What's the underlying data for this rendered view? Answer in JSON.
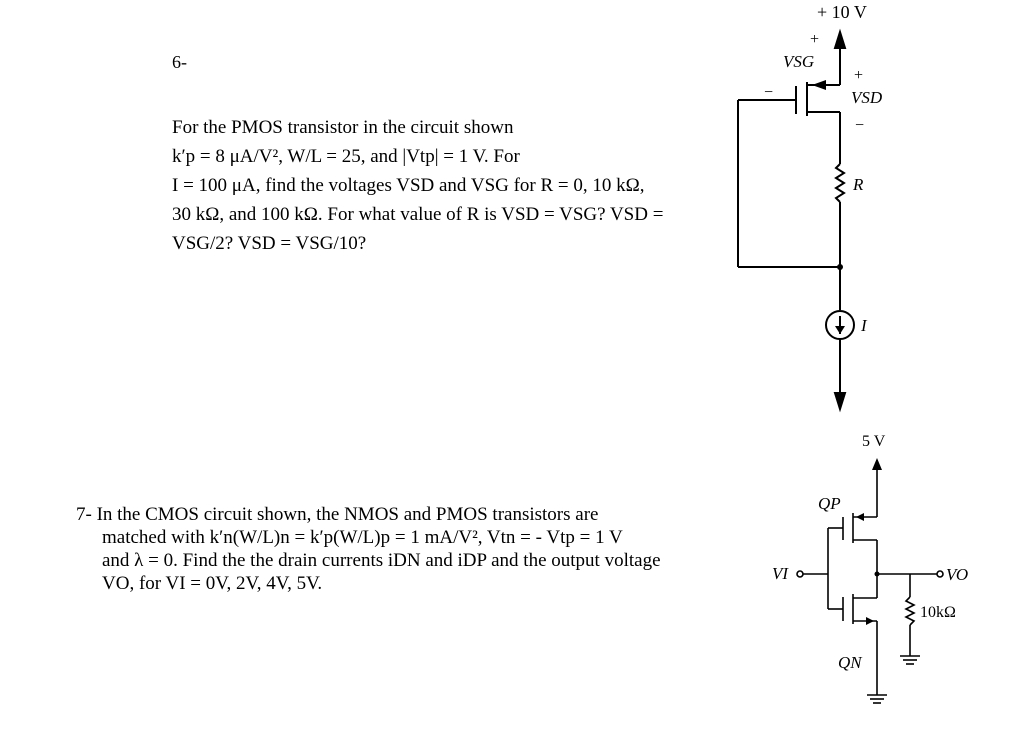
{
  "problem6": {
    "number": "6-",
    "lines": [
      "For the PMOS transistor in the circuit shown",
      "k′p = 8 μA/V², W/L = 25, and |Vtp| = 1 V. For",
      "I = 100 μA, find the voltages VSD and VSG for R = 0, 10 kΩ,",
      "30 kΩ, and 100 kΩ. For what value of R is VSD = VSG? VSD =",
      "VSG/2? VSD = VSG/10?"
    ]
  },
  "problem7": {
    "lines": [
      "7- In the CMOS circuit shown, the NMOS and PMOS transistors are",
      "matched with k′n(W/L)n = k′p(W/L)p = 1 mA/V², Vtn = - Vtp = 1 V",
      "and λ = 0. Find the the drain currents iDN and iDP and the output voltage",
      "VO, for VI = 0V, 2V, 4V, 5V."
    ]
  },
  "circuit1": {
    "supply": "+ 10 V",
    "vsg_plus": "+",
    "vsg_minus": "−",
    "vsg": "VSG",
    "vsd_plus": "+",
    "vsd_minus": "−",
    "vsd": "VSD",
    "resistor": "R",
    "source": "I"
  },
  "circuit2": {
    "supply": "5 V",
    "qp": "QP",
    "qn": "QN",
    "vi": "VI",
    "vo": "VO",
    "rl": "10kΩ"
  }
}
